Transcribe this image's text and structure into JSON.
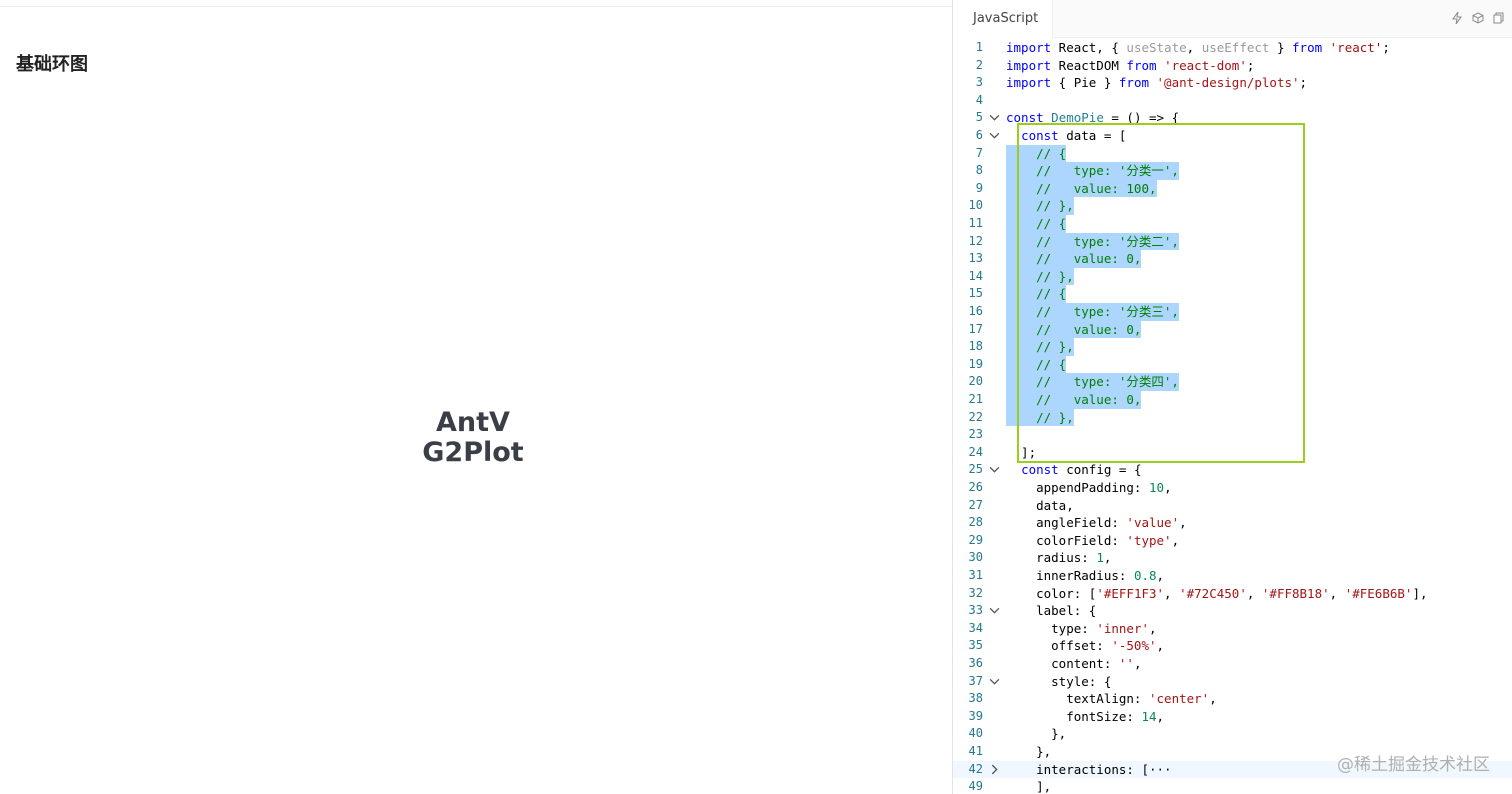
{
  "preview": {
    "title": "基础环图",
    "canvas_label_line1": "AntV",
    "canvas_label_line2": "G2Plot"
  },
  "editor": {
    "tab_label": "JavaScript",
    "tools": [
      "lightning-icon",
      "box-icon",
      "copy-icon"
    ]
  },
  "watermark": "@稀土掘金技术社区",
  "colors": {
    "selection": "#add6ff",
    "box": "#9acd1e",
    "keyword": "#0000ff",
    "string": "#a31515",
    "number": "#098658",
    "comment": "#008000"
  },
  "lines": [
    {
      "n": "1",
      "code": "import React, { useState, useEffect } from 'react';"
    },
    {
      "n": "2",
      "code": "import ReactDOM from 'react-dom';"
    },
    {
      "n": "3",
      "code": "import { Pie } from '@ant-design/plots';"
    },
    {
      "n": "4",
      "code": ""
    },
    {
      "n": "5",
      "code": "const DemoPie = () => {"
    },
    {
      "n": "6",
      "code": "  const data = ["
    },
    {
      "n": "7",
      "code": "    // {"
    },
    {
      "n": "8",
      "code": "    //   type: '分类一',"
    },
    {
      "n": "9",
      "code": "    //   value: 100,"
    },
    {
      "n": "10",
      "code": "    // },"
    },
    {
      "n": "11",
      "code": "    // {"
    },
    {
      "n": "12",
      "code": "    //   type: '分类二',"
    },
    {
      "n": "13",
      "code": "    //   value: 0,"
    },
    {
      "n": "14",
      "code": "    // },"
    },
    {
      "n": "15",
      "code": "    // {"
    },
    {
      "n": "16",
      "code": "    //   type: '分类三',"
    },
    {
      "n": "17",
      "code": "    //   value: 0,"
    },
    {
      "n": "18",
      "code": "    // },"
    },
    {
      "n": "19",
      "code": "    // {"
    },
    {
      "n": "20",
      "code": "    //   type: '分类四',"
    },
    {
      "n": "21",
      "code": "    //   value: 0,"
    },
    {
      "n": "22",
      "code": "    // },"
    },
    {
      "n": "23",
      "code": ""
    },
    {
      "n": "24",
      "code": "  ];"
    },
    {
      "n": "25",
      "code": "  const config = {"
    },
    {
      "n": "26",
      "code": "    appendPadding: 10,"
    },
    {
      "n": "27",
      "code": "    data,"
    },
    {
      "n": "28",
      "code": "    angleField: 'value',"
    },
    {
      "n": "29",
      "code": "    colorField: 'type',"
    },
    {
      "n": "30",
      "code": "    radius: 1,"
    },
    {
      "n": "31",
      "code": "    innerRadius: 0.8,"
    },
    {
      "n": "32",
      "code": "    color: ['#EFF1F3', '#72C450', '#FF8B18', '#FE6B6B'],"
    },
    {
      "n": "33",
      "code": "    label: {"
    },
    {
      "n": "34",
      "code": "      type: 'inner',"
    },
    {
      "n": "35",
      "code": "      offset: '-50%',"
    },
    {
      "n": "36",
      "code": "      content: '',"
    },
    {
      "n": "37",
      "code": "      style: {"
    },
    {
      "n": "38",
      "code": "        textAlign: 'center',"
    },
    {
      "n": "39",
      "code": "        fontSize: 14,"
    },
    {
      "n": "40",
      "code": "      },"
    },
    {
      "n": "41",
      "code": "    },"
    },
    {
      "n": "42",
      "code": "    interactions: [···"
    },
    {
      "n": "49",
      "code": "    ],"
    }
  ]
}
